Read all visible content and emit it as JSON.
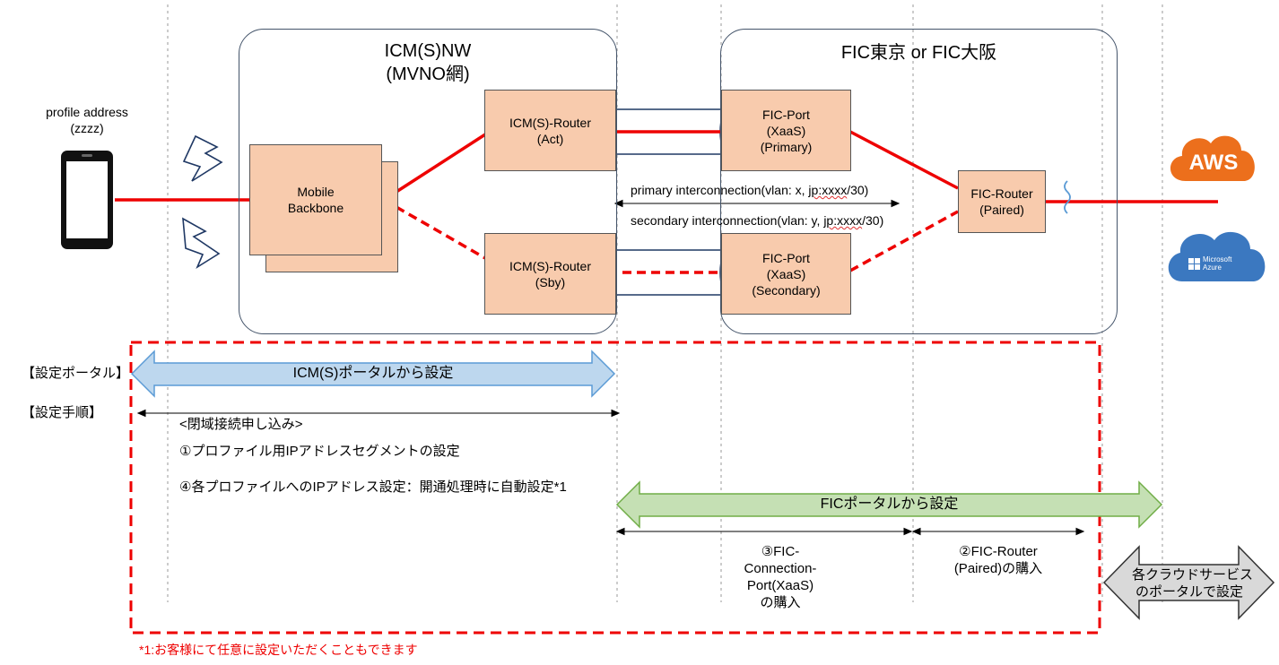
{
  "zones": {
    "icm_title_line1": "ICM(S)NW",
    "icm_title_line2": "(MVNO網)",
    "fic_title": "FIC東京 or FIC大阪"
  },
  "device": {
    "profile_label": "profile address",
    "profile_value": "(zzzz)"
  },
  "nodes": {
    "mobile_backbone_1": "Mobile",
    "mobile_backbone_2": "Backbone",
    "icm_router_act_1": "ICM(S)-Router",
    "icm_router_act_2": "(Act)",
    "icm_router_sby_1": "ICM(S)-Router",
    "icm_router_sby_2": "(Sby)",
    "fic_port_primary_1": "FIC-Port",
    "fic_port_primary_2": "(XaaS)",
    "fic_port_primary_3": "(Primary)",
    "fic_port_secondary_1": "FIC-Port",
    "fic_port_secondary_2": "(XaaS)",
    "fic_port_secondary_3": "(Secondary)",
    "fic_router_1": "FIC-Router",
    "fic_router_2": "(Paired)"
  },
  "interconnections": {
    "primary_prefix": "primary interconnection(vlan: x, ",
    "primary_jp": "jp:xxxx",
    "primary_suffix": "/30)",
    "secondary_prefix": "secondary interconnection(vlan: y, ",
    "secondary_jp": "jp:xxxx",
    "secondary_suffix": "/30)"
  },
  "clouds": {
    "aws": "AWS",
    "azure_1": "Microsoft",
    "azure_2": "Azure"
  },
  "setup": {
    "portal_heading": "【設定ポータル】",
    "procedure_heading": "【設定手順】",
    "icm_portal": "ICM(S)ポータルから設定",
    "closed_area_app": "<閉域接続申し込み>",
    "step1": "①プロファイル用IPアドレスセグメントの設定",
    "step4": "④各プロファイルへのIPアドレス設定：開通処理時に自動設定*1",
    "fic_portal": "FICポータルから設定",
    "step3_1": "③FIC-",
    "step3_2": "Connection-",
    "step3_3": "Port(XaaS)",
    "step3_4": "の購入",
    "step2_1": "②FIC-Router",
    "step2_2": "(Paired)の購入",
    "cloud_portal_1": "各クラウドサービス",
    "cloud_portal_2": "のポータルで設定",
    "footnote": "*1:お客様にて任意に設定いただくこともできます"
  },
  "colors": {
    "link_red": "#ee0000",
    "box_fill": "#f8cbad",
    "icm_arrow": "#bdd7ee",
    "fic_arrow": "#c5e0b4",
    "cloud_arrow": "#d9d9d9",
    "aws_orange": "#ec6f1c",
    "azure_blue": "#3b78c0"
  }
}
